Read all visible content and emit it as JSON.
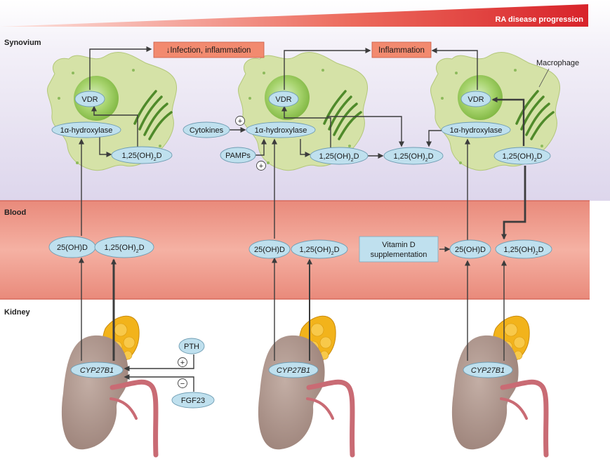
{
  "banner": {
    "label": "RA disease progression"
  },
  "sections": {
    "synovium": "Synovium",
    "blood": "Blood",
    "kidney": "Kidney"
  },
  "callouts": {
    "left": "↓Infection, inflammation",
    "middle": "Inflammation"
  },
  "macrophage_label": "Macrophage",
  "cells": {
    "vdr": "VDR",
    "hydroxylase": "1α-hydroxylase",
    "calcitriol_prefix": "1,25(OH)",
    "calcitriol_sub": "2",
    "calcitriol_suffix": "D",
    "cytokines": "Cytokines",
    "pamps": "PAMPs",
    "plus": "+"
  },
  "blood": {
    "calcidiol": "25(OH)D",
    "supplement_line1": "Vitamin D",
    "supplement_line2": "supplementation"
  },
  "kidney": {
    "enzyme": "CYP27B1",
    "pth": "PTH",
    "fgf23": "FGF23",
    "plus": "+",
    "minus": "−"
  },
  "colors": {
    "banner": "#d8232a",
    "synovium_bg": "#e4def0",
    "blood_bg": "#f0a596",
    "cell_fill": "#d6e3a9",
    "nucleus": "#8dc24d",
    "oval_fill": "#bfe0ee",
    "callout_fill": "#f28a6f",
    "kidney": "#a58d84",
    "gland": "#f4b41c",
    "vessel": "#c96b74",
    "arrow": "#3c3c3c"
  }
}
